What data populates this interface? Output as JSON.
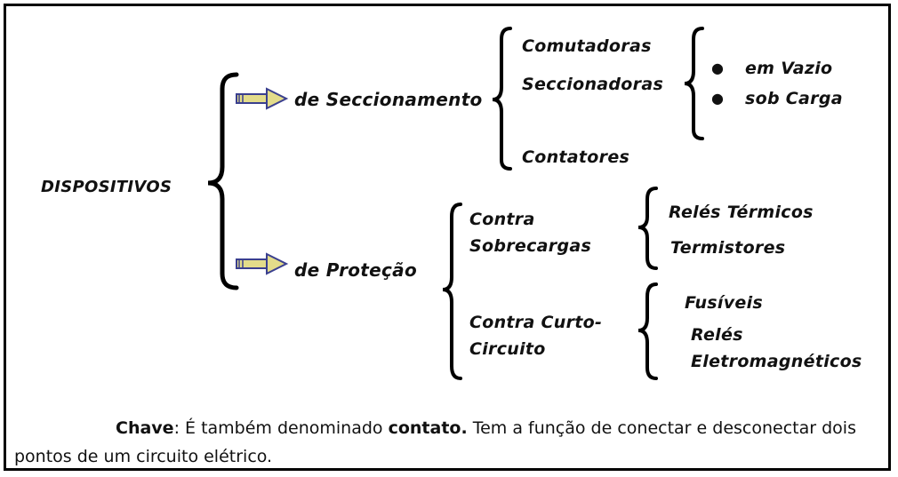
{
  "diagram": {
    "root": "DISPOSITIVOS",
    "branches": [
      {
        "label": "de Seccionamento",
        "items": [
          "Comutadoras",
          "Seccionadoras",
          "Contatores"
        ],
        "sub": [
          "em Vazio",
          "sob Carga"
        ]
      },
      {
        "label": "de Proteção",
        "groups": [
          {
            "label_line1": "Contra",
            "label_line2": "Sobrecargas",
            "items": [
              "Relés Térmicos",
              "Termistores"
            ]
          },
          {
            "label_line1": "Contra Curto-",
            "label_line2": "Circuito",
            "items": [
              "Fusíveis",
              "Relés",
              "Eletromagnéticos"
            ]
          }
        ]
      }
    ]
  },
  "note": {
    "term": "Chave",
    "text1": ": É também denominado ",
    "bold2": "contato.",
    "line1_end": " Tem a função de conectar e desconectar dois",
    "line2": "pontos de um circuito elétrico."
  },
  "colors": {
    "arrow_fill": "#e3dc8a",
    "arrow_stroke": "#3a3f8f"
  }
}
